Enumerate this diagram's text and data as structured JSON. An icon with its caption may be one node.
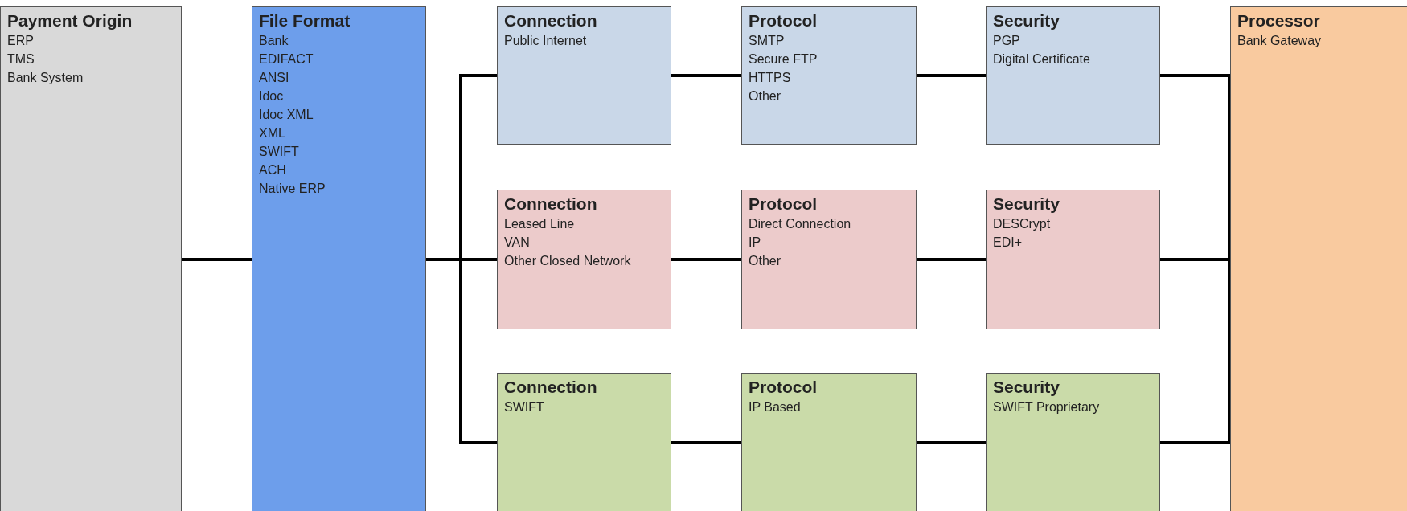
{
  "diagram": {
    "nodes": [
      {
        "text": [
          "Payment Origin",
          "ERP",
          "TMS",
          "Bank System"
        ]
      },
      {
        "text": [
          "File Format",
          "Bank",
          "EDIFACT",
          "ANSI",
          "Idoc",
          "Idoc XML",
          "XML",
          "SWIFT",
          "ACH",
          "Native ERP"
        ]
      },
      {
        "text": [
          "Connection",
          "Public Internet"
        ]
      },
      {
        "text": [
          "Protocol",
          "SMTP",
          "Secure FTP",
          "HTTPS",
          "Other"
        ]
      },
      {
        "text": [
          "Security",
          "PGP",
          "Digital Certificate"
        ]
      },
      {
        "text": [
          "Connection",
          "Leased Line",
          "VAN",
          "Other Closed Network"
        ]
      },
      {
        "text": [
          "Protocol",
          "Direct Connection",
          "IP",
          "Other"
        ]
      },
      {
        "text": [
          "Security",
          "DESCrypt",
          "EDI+"
        ]
      },
      {
        "text": [
          "Connection",
          "SWIFT"
        ]
      },
      {
        "text": [
          "Protocol",
          "IP Based"
        ]
      },
      {
        "text": [
          "Security",
          "SWIFT Proprietary"
        ]
      },
      {
        "text": [
          "Processor",
          "Bank Gateway"
        ]
      }
    ],
    "edges": [
      {
        "from": 0,
        "to": 1,
        "arrow": "none"
      },
      {
        "from": 1,
        "to": 2,
        "arrow": "none"
      },
      {
        "from": 1,
        "to": 5,
        "arrow": "none"
      },
      {
        "from": 1,
        "to": 8,
        "arrow": "none"
      },
      {
        "from": 2,
        "to": 3,
        "arrow": "none"
      },
      {
        "from": 3,
        "to": 4,
        "arrow": "none"
      },
      {
        "from": 5,
        "to": 6,
        "arrow": "none"
      },
      {
        "from": 6,
        "to": 7,
        "arrow": "none"
      },
      {
        "from": 8,
        "to": 9,
        "arrow": "none"
      },
      {
        "from": 9,
        "to": 10,
        "arrow": "none"
      },
      {
        "from": 4,
        "to": 11,
        "arrow": "none"
      },
      {
        "from": 7,
        "to": 11,
        "arrow": "none"
      },
      {
        "from": 10,
        "to": 11,
        "arrow": "none"
      }
    ]
  }
}
